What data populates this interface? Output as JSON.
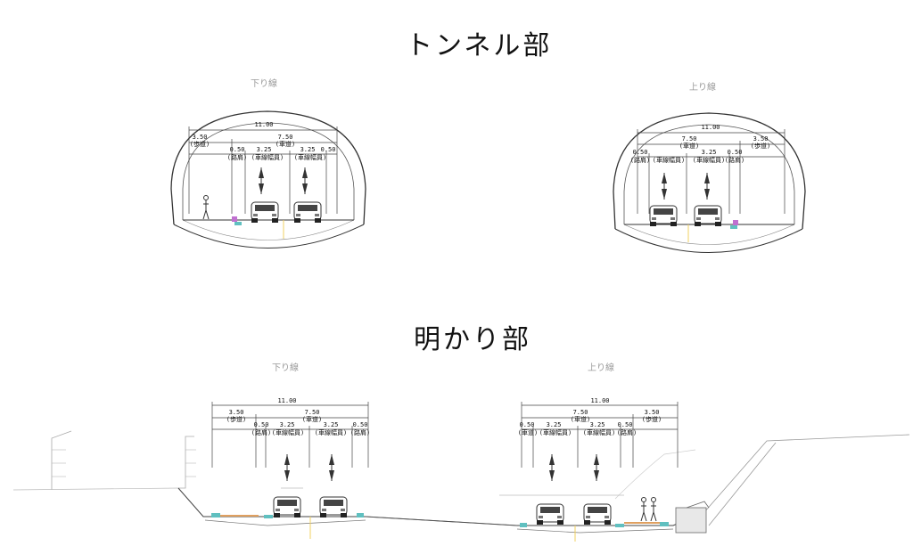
{
  "titles": {
    "tunnel": "トンネル部",
    "open": "明かり部"
  },
  "sections": {
    "tunnel_down": {
      "direction": "下り線",
      "total": "11.00",
      "top_left": "3.50",
      "top_left_sub": "(歩道)",
      "top_right": "7.50",
      "top_right_sub": "(車道)",
      "cells": [
        {
          "v": "0.50",
          "s": "(路肩)"
        },
        {
          "v": "3.25",
          "s": "(車線幅員)"
        },
        {
          "v": "3.25",
          "s": "(車線幅員)"
        },
        {
          "v": "0.50",
          "s": ""
        }
      ]
    },
    "tunnel_up": {
      "direction": "上り線",
      "total": "11.00",
      "top_left": "7.50",
      "top_left_sub": "(車道)",
      "top_right": "3.50",
      "top_right_sub": "(歩道)",
      "cells": [
        {
          "v": "0.50",
          "s": "(路肩)"
        },
        {
          "v": "(車線幅員)",
          "s": ""
        },
        {
          "v": "3.25",
          "s": "(車線幅員)"
        },
        {
          "v": "0.50",
          "s": "(路肩)"
        }
      ]
    },
    "open_down": {
      "direction": "下り線",
      "total": "11.00",
      "top_left": "3.50",
      "top_left_sub": "(歩道)",
      "top_right": "7.50",
      "top_right_sub": "(車道)",
      "cells": [
        {
          "v": "0.50",
          "s": "(路肩)"
        },
        {
          "v": "3.25",
          "s": "(車線幅員)"
        },
        {
          "v": "3.25",
          "s": "(車線幅員)"
        },
        {
          "v": "0.50",
          "s": "(路肩)"
        }
      ]
    },
    "open_up": {
      "direction": "上り線",
      "total": "11.00",
      "top_left": "7.50",
      "top_left_sub": "(車道)",
      "top_right": "3.50",
      "top_right_sub": "(歩道)",
      "cells": [
        {
          "v": "0.50",
          "s": "(車道)"
        },
        {
          "v": "3.25",
          "s": "(車線幅員)"
        },
        {
          "v": "3.25",
          "s": "(車線幅員)"
        },
        {
          "v": "0.50",
          "s": "(路肩)"
        }
      ]
    }
  }
}
